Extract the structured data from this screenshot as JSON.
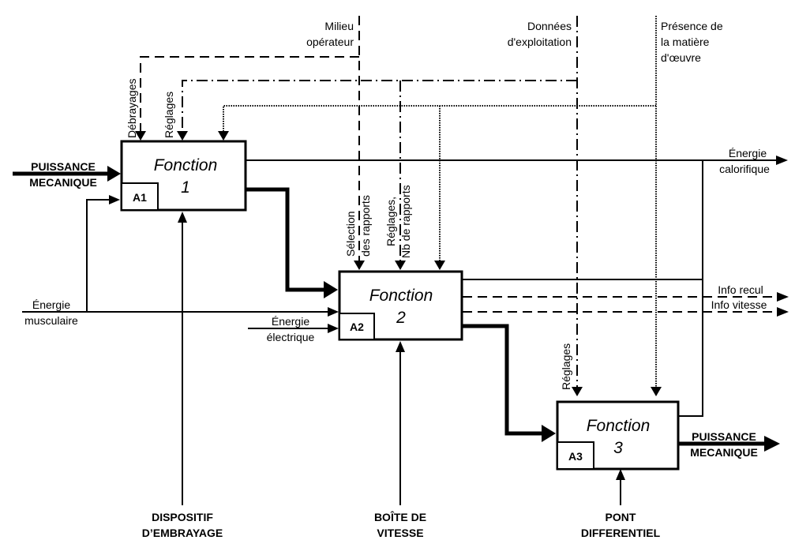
{
  "diagram": {
    "type": "IDEF0 / SADT functional diagram",
    "boxes": [
      {
        "id": "A1",
        "title": "Fonction",
        "number": "1"
      },
      {
        "id": "A2",
        "title": "Fonction",
        "number": "2"
      },
      {
        "id": "A3",
        "title": "Fonction",
        "number": "3"
      }
    ],
    "inputs": {
      "puissance_in_1": "PUISSANCE",
      "puissance_in_2": "MECANIQUE",
      "energie_musc_1": "Énergie",
      "energie_musc_2": "musculaire",
      "energie_elec_1": "Énergie",
      "energie_elec_2": "électrique"
    },
    "controls": {
      "milieu_1": "Milieu",
      "milieu_2": "opérateur",
      "donnees_1": "Données",
      "donnees_2": "d'exploitation",
      "presence_1": "Présence de",
      "presence_2": "la matière",
      "presence_3": "d'œuvre",
      "debrayages": "Débrayages",
      "reglages_a1": "Réglages",
      "selection_1": "Sélection",
      "selection_2": "des rapports",
      "reglages_a2_1": "Réglages,",
      "reglages_a2_2": "Nb de rapports",
      "reglages_a3": "Réglages"
    },
    "outputs": {
      "energie_calo_1": "Énergie",
      "energie_calo_2": "calorifique",
      "info_recul": "Info recul",
      "info_vitesse": "Info vitesse",
      "puissance_out_1": "PUISSANCE",
      "puissance_out_2": "MECANIQUE"
    },
    "mechanisms": {
      "dispositif_1": "DISPOSITIF",
      "dispositif_2": "D’EMBRAYAGE",
      "boite_1": "BOÎTE DE",
      "boite_2": "VITESSE",
      "pont_1": "PONT",
      "pont_2": "DIFFERENTIEL"
    }
  }
}
